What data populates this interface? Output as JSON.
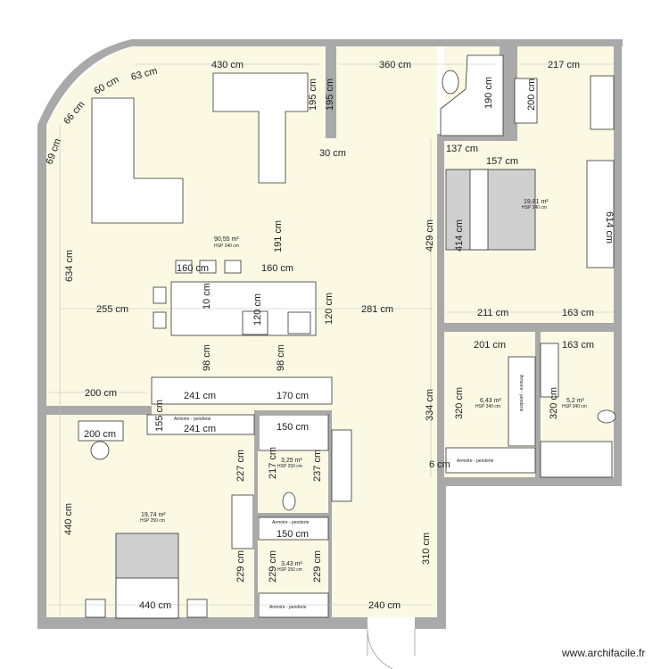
{
  "colors": {
    "floor": "#fbf8e3",
    "wall": "#a9a9a9",
    "bed": "#cfcfcf"
  },
  "dimensions": [
    "430 cm",
    "360 cm",
    "217 cm",
    "69 cm",
    "66 cm",
    "60 cm",
    "63 cm",
    "195 cm",
    "195 cm",
    "30 cm",
    "190 cm",
    "200 cm",
    "137 cm",
    "157 cm",
    "634 cm",
    "191 cm",
    "429 cm",
    "414 cm",
    "614 cm",
    "160 cm",
    "160 cm",
    "10 cm",
    "120 cm",
    "120 cm",
    "255 cm",
    "281 cm",
    "211 cm",
    "163 cm",
    "98 cm",
    "98 cm",
    "201 cm",
    "163 cm",
    "200 cm",
    "241 cm",
    "170 cm",
    "334 cm",
    "320 cm",
    "320 cm",
    "155 cm",
    "241 cm",
    "150 cm",
    "200 cm",
    "227 cm",
    "217 cm",
    "237 cm",
    "6 cm",
    "440 cm",
    "150 cm",
    "229 cm",
    "229 cm",
    "229 cm",
    "310 cm",
    "440 cm",
    "240 cm"
  ],
  "rooms": [
    {
      "area": "90,55 m²",
      "hsp": "HSP 340 cm"
    },
    {
      "area": "19,81 m²",
      "hsp": "HSP 340 cm"
    },
    {
      "area": "6,43 m²",
      "hsp": "HSP 340 cm"
    },
    {
      "area": "5,2 m²",
      "hsp": "HSP 340 cm"
    },
    {
      "area": "3,25 m²",
      "hsp": "HSP 250 cm"
    },
    {
      "area": "19,74 m²",
      "hsp": "HSP 250 cm"
    },
    {
      "area": "3,43 m²",
      "hsp": "HSP 250 cm"
    }
  ],
  "furniture_labels": [
    "Armoire - penderie",
    "Armoire - penderie",
    "Armoire - penderie",
    "Armoire - penderie",
    "Armoire - penderie"
  ],
  "brand": "www.archifacile.fr"
}
